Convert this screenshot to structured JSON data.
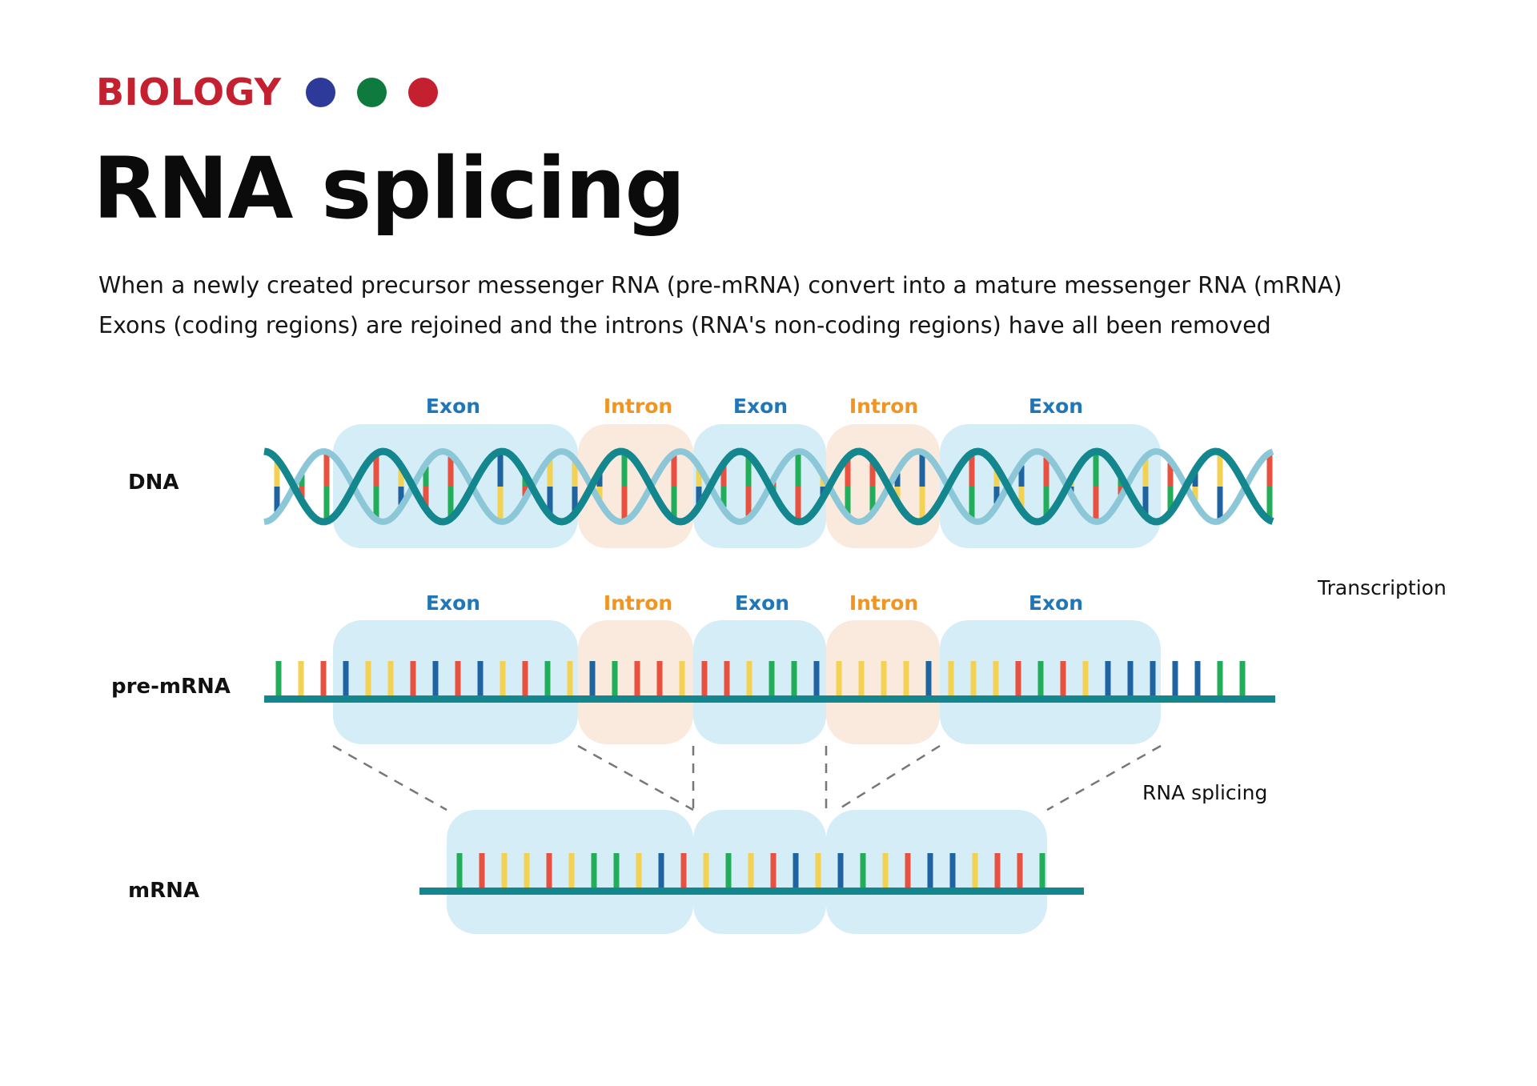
{
  "header": {
    "category": "BIOLOGY",
    "title": "RNA splicing",
    "description": [
      "When a newly created precursor messenger RNA (pre-mRNA) convert into a mature messenger RNA (mRNA)",
      "Exons (coding regions) are rejoined and the introns (RNA's non-coding regions) have all been removed"
    ]
  },
  "colors": {
    "category_red": "#c52030",
    "dot_blue": "#2e3a9a",
    "dot_green": "#0f7a3d",
    "dot_red": "#c52030",
    "exon_fill": "#d5edf7",
    "intron_fill": "#fae9dd",
    "exon_label": "#1f76b8",
    "intron_label": "#f29420",
    "strand_dark": "#13878d",
    "strand_light": "#8cc7d8",
    "base_red": "#e8503f",
    "base_yellow": "#f3d153",
    "base_green": "#22ad5a",
    "base_blue": "#1f63a0",
    "dash": "#777777"
  },
  "rows": {
    "dna": "DNA",
    "pre_mrna": "pre-mRNA",
    "mrna": "mRNA"
  },
  "segments": [
    {
      "type": "exon",
      "label": "Exon"
    },
    {
      "type": "intron",
      "label": "Intron"
    },
    {
      "type": "exon",
      "label": "Exon"
    },
    {
      "type": "intron",
      "label": "Intron"
    },
    {
      "type": "exon",
      "label": "Exon"
    }
  ],
  "processes": {
    "transcription": "Transcription",
    "splicing": "RNA splicing"
  }
}
